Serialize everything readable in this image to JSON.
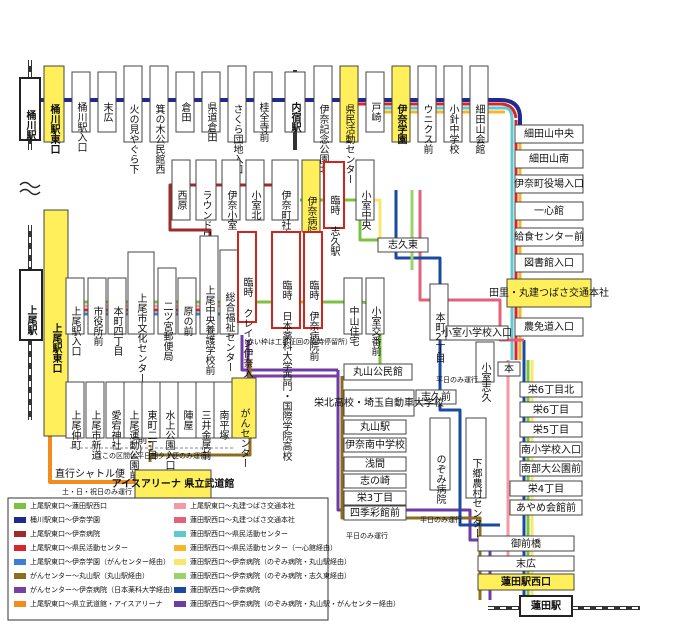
{
  "stations": {
    "okegawa": "桶川駅",
    "ageo": "上尾駅",
    "hasuda": "蓮田駅"
  },
  "top_row": [
    "桶川駅東口",
    "桶川駅入口",
    "末広",
    "火の見やぐら下",
    "箕の木公民館西",
    "倉田",
    "県道倉田",
    "さくら団地入口",
    "桂全寺前",
    "内宿駅",
    "伊奈記念公園北",
    "県民活動センター",
    "戸崎",
    "伊奈学園",
    "ウニクス前",
    "小針中学校",
    "細田山会館"
  ],
  "right_column": [
    "細田山中央",
    "細田山南",
    "伊奈町役場入口",
    "一心館",
    "給食センター前",
    "図書館入口",
    "田里・丸建つばさ交通本社",
    "農免道入口",
    "栄6丁目北",
    "栄6丁目",
    "栄5丁目",
    "南小学校入口",
    "南部大公園前",
    "栄4丁目",
    "あやめ会館前",
    "御前橋",
    "末広",
    "蓮田駅西口"
  ],
  "middle_top": [
    "西原",
    "ラウンドワン上尾店",
    "伊奈小室",
    "小室北",
    "伊奈町社会福祉協議会",
    "伊奈病院",
    "臨時 志久駅",
    "小室中央"
  ],
  "ageo_upper": [
    "上尾駅東口",
    "上尾駅入口",
    "市役所前",
    "本町四丁目",
    "上尾市文化センター(丸建車庫前)",
    "二ツ宮郵便局",
    "原の前",
    "上尾中央養護学校前",
    "総合福祉センター"
  ],
  "temporary_stops": [
    "臨時 クレイン伊奈入口",
    "臨時 日本薬科大学西門・国際学院高校",
    "臨時 伊奈病院前"
  ],
  "ageo_lower": [
    "上尾仲町",
    "上尾市新道",
    "愛宕神社",
    "上尾運動公園前",
    "東町二丁目",
    "水上公園入口",
    "陣屋",
    "三井金属前",
    "南平塚"
  ],
  "middle_south": [
    "志久東",
    "中山住宅",
    "小室交番前",
    "本町2丁目",
    "小室小学校入口",
    "小室志久",
    "本",
    "丸山公民館",
    "志久前",
    "栄北高校・埼玉自動車大学校",
    "丸山駅",
    "伊奈南中学校",
    "浅間",
    "志の崎",
    "栄3丁目",
    "四季彩館前"
  ],
  "labels": {
    "gancenter": "がんセンター",
    "noe_hospital": "のぞみ病院",
    "shimogo_center": "下郷農村センター",
    "arena": "アイスアリーナ 県立武道館",
    "shuttle": "直行シャトル便",
    "weekend_only": "土・日・祝日のみ運行",
    "weekday_only_1": "平日のみ運行",
    "weekday_only_2": "平日のみ運行",
    "weekday_only_3": "平日のみ運行",
    "temp_note": "（赤い枠は工事征回の臨時停留所）",
    "morning_note": "（この区間は平日朝夕１便のみ運行）"
  },
  "legend": [
    {
      "label": "上尾駅東口〜蓮田駅西口",
      "color": "#7cc242"
    },
    {
      "label": "桶川駅東口〜伊奈学園",
      "color": "#1f2a8c"
    },
    {
      "label": "上尾駅東口〜伊奈病院",
      "color": "#a02a2a"
    },
    {
      "label": "上尾駅東口〜県民活動センター",
      "color": "#d8262b"
    },
    {
      "label": "上尾駅東口〜伊奈学園（がんセンター経由）",
      "color": "#3d7fd6"
    },
    {
      "label": "がんセンター〜丸山駅（丸山駅経由）",
      "color": "#8b6f1e"
    },
    {
      "label": "がんセンター〜伊奈病院（日本薬科大学経由）",
      "color": "#7b3fa0"
    },
    {
      "label": "上尾駅東口〜県立武道館・アイスアリーナ",
      "color": "#f28c1f"
    },
    {
      "label": "上尾駅東口〜丸建つばさ交通本社",
      "color": "#f39aa4"
    },
    {
      "label": "蓮田駅西口〜丸建つばさ交通本社",
      "color": "#e2627a"
    },
    {
      "label": "蓮田駅西口〜県民活動センター",
      "color": "#5fc8d0"
    },
    {
      "label": "蓮田駅西口〜県民活動センター（一心館経由）",
      "color": "#f6b52c"
    },
    {
      "label": "蓮田駅西口〜伊奈病院（のぞみ病院・丸山駅経由）",
      "color": "#f8e76a"
    },
    {
      "label": "蓮田駅西口〜伊奈病院（のぞみ病院・志久東経由）",
      "color": "#9bd36b"
    },
    {
      "label": "蓮田駅西口〜伊奈病院",
      "color": "#1a4aa0"
    },
    {
      "label": "蓮田駅西口〜伊奈病院（のぞみ病院・丸山駅・がんセンター経由）",
      "color": "#6f3ca6"
    }
  ]
}
